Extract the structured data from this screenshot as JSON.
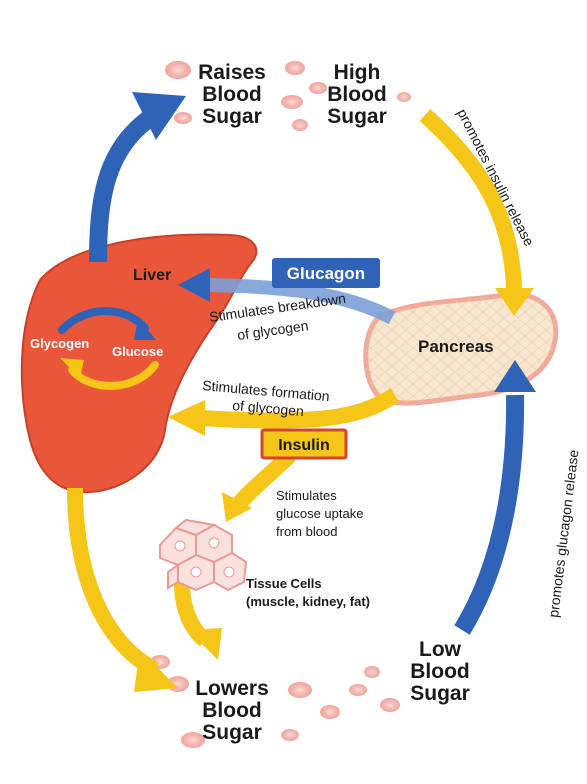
{
  "title_labels": {
    "raises_blood_sugar": [
      "Raises",
      "Blood",
      "Sugar"
    ],
    "high_blood_sugar": [
      "High",
      "Blood",
      "Sugar"
    ],
    "low_blood_sugar": [
      "Low",
      "Blood",
      "Sugar"
    ],
    "lowers_blood_sugar": [
      "Lowers",
      "Blood",
      "Sugar"
    ]
  },
  "organs": {
    "liver": "Liver",
    "pancreas": "Pancreas",
    "glycogen": "Glycogen",
    "glucose": "Glucose"
  },
  "hormones": {
    "glucagon": "Glucagon",
    "insulin": "Insulin"
  },
  "processes": {
    "promotes_insulin_release": "promotes insulin release",
    "promotes_glucagon_release": "promotes glucagon release",
    "breakdown_line1": "Stimulates breakdown",
    "breakdown_line2": "of glycogen",
    "formation_line1": "Stimulates formation",
    "formation_line2": "of glycogen",
    "uptake_line1": "Stimulates",
    "uptake_line2": "glucose uptake",
    "uptake_line3": "from blood"
  },
  "tissue": {
    "line1": "Tissue Cells",
    "line2": "(muscle, kidney, fat)"
  },
  "colors": {
    "blue": "#2f63b8",
    "yellow": "#f5c518",
    "liver": "#e9563a",
    "pancreas": "#f8e7cf",
    "pancreas_border": "#f2a99a",
    "blood_cell": "#f4b6b0"
  }
}
